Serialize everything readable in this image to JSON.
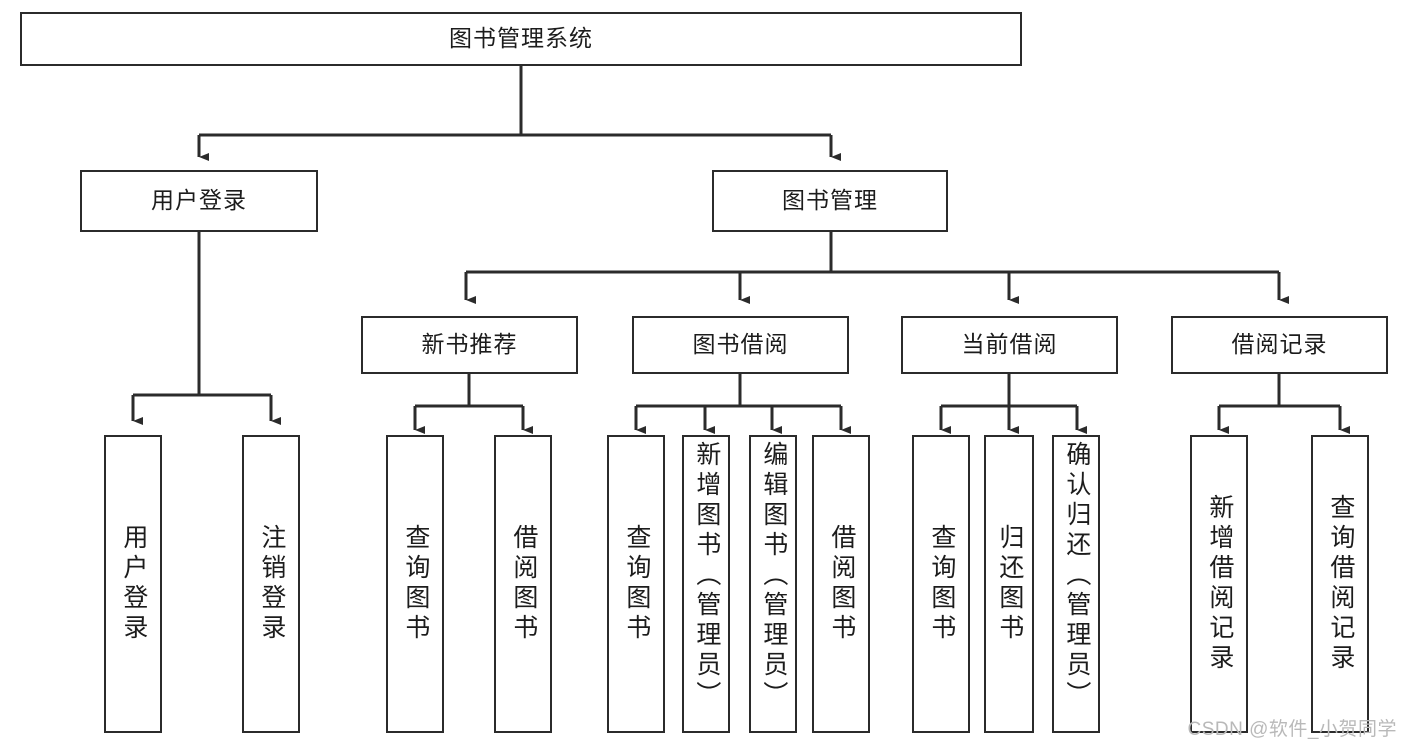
{
  "diagram": {
    "title": "图书管理系统",
    "root": {
      "label": "图书管理系统"
    },
    "level2": [
      {
        "label": "用户登录"
      },
      {
        "label": "图书管理"
      }
    ],
    "level3": [
      {
        "label": "新书推荐"
      },
      {
        "label": "图书借阅"
      },
      {
        "label": "当前借阅"
      },
      {
        "label": "借阅记录"
      }
    ],
    "leaves": [
      {
        "label": "用户登录"
      },
      {
        "label": "注销登录"
      },
      {
        "label": "查询图书"
      },
      {
        "label": "借阅图书"
      },
      {
        "label": "查询图书"
      },
      {
        "label": "新增图书（管理员）"
      },
      {
        "label": "编辑图书（管理员）"
      },
      {
        "label": "借阅图书"
      },
      {
        "label": "查询图书"
      },
      {
        "label": "归还图书"
      },
      {
        "label": "确认归还（管理员）"
      },
      {
        "label": "新增借阅记录"
      },
      {
        "label": "查询借阅记录"
      }
    ],
    "watermark": "CSDN @软件_小贺同学",
    "colors": {
      "stroke": "#2b2b2b",
      "background": "#ffffff",
      "text": "#1c1c1c",
      "watermark": "#b9b9b9"
    }
  }
}
